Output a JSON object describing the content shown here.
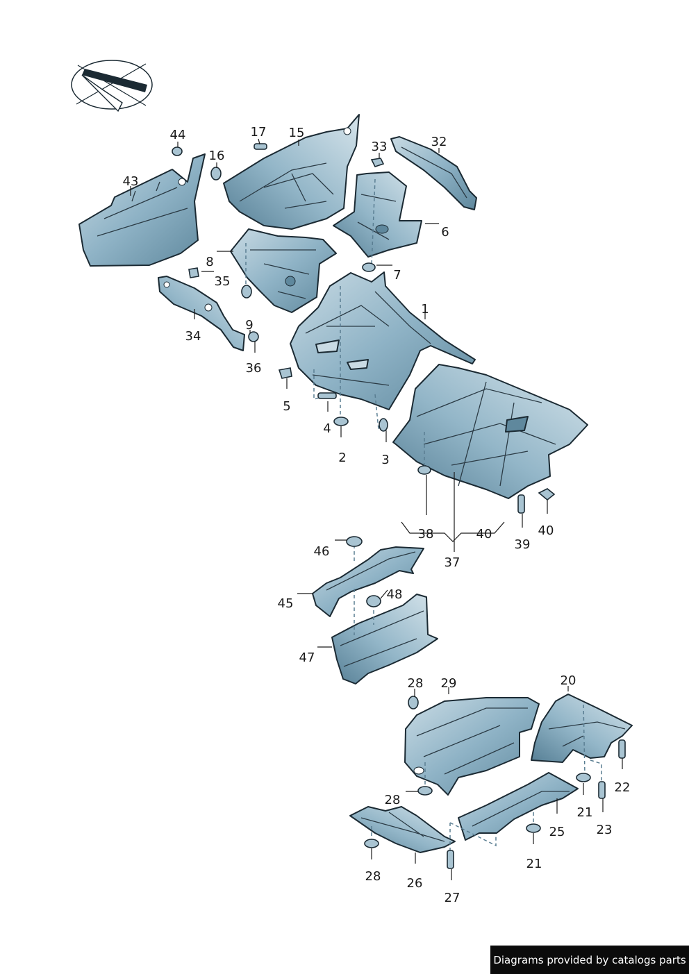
{
  "callouts": {
    "c1": "1",
    "c2": "2",
    "c3": "3",
    "c4": "4",
    "c5": "5",
    "c6": "6",
    "c7": "7",
    "c8": "8",
    "c9": "9",
    "c15": "15",
    "c16": "16",
    "c17": "17",
    "c20": "20",
    "c21a": "21",
    "c21b": "21",
    "c22": "22",
    "c23": "23",
    "c25": "25",
    "c26": "26",
    "c27": "27",
    "c28a": "28",
    "c28b": "28",
    "c28c": "28",
    "c29": "29",
    "c32": "32",
    "c33": "33",
    "c34": "34",
    "c35": "35",
    "c36": "36",
    "c37": "37",
    "c38": "38",
    "c39": "39",
    "c40a": "40",
    "c40b": "40",
    "c43": "43",
    "c44": "44",
    "c45": "45",
    "c46": "46",
    "c47": "47",
    "c48": "48"
  },
  "footer": {
    "credit": "Diagrams provided by catalogs parts"
  },
  "colors": {
    "panel_fill": "#8fb3c6",
    "panel_shadow": "#5f889d",
    "ink": "#1b2a33"
  }
}
